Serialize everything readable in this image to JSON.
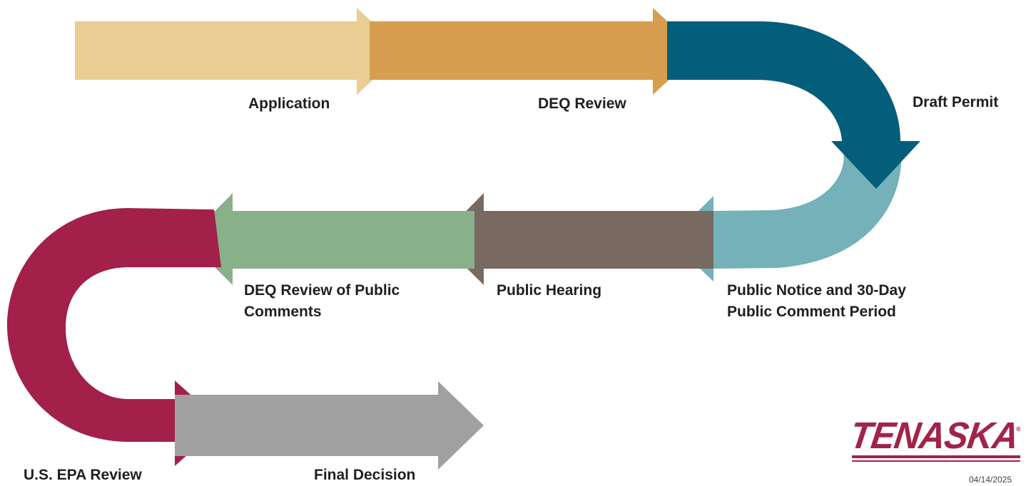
{
  "steps": [
    {
      "id": "application",
      "label": "Application",
      "color": "#e9cd92"
    },
    {
      "id": "deq-review",
      "label": "DEQ Review",
      "color": "#d89e4f"
    },
    {
      "id": "draft-permit",
      "label": "Draft Permit",
      "color": "#035e7b"
    },
    {
      "id": "public-notice",
      "label": "Public Notice and 30-Day\nPublic Comment Period",
      "color": "#75b1b9"
    },
    {
      "id": "public-hearing",
      "label": "Public Hearing",
      "color": "#786961"
    },
    {
      "id": "deq-review-comments",
      "label": "DEQ Review of Public\nComments",
      "color": "#88b089"
    },
    {
      "id": "epa-review",
      "label": "U.S. EPA Review",
      "color": "#a2204a"
    },
    {
      "id": "final-decision",
      "label": "Final Decision",
      "color": "#a0a0a0"
    }
  ],
  "logo": {
    "text": "TENASKA",
    "reg": "®",
    "color": "#a2234a"
  },
  "footer": {
    "date": "04/14/2025"
  }
}
